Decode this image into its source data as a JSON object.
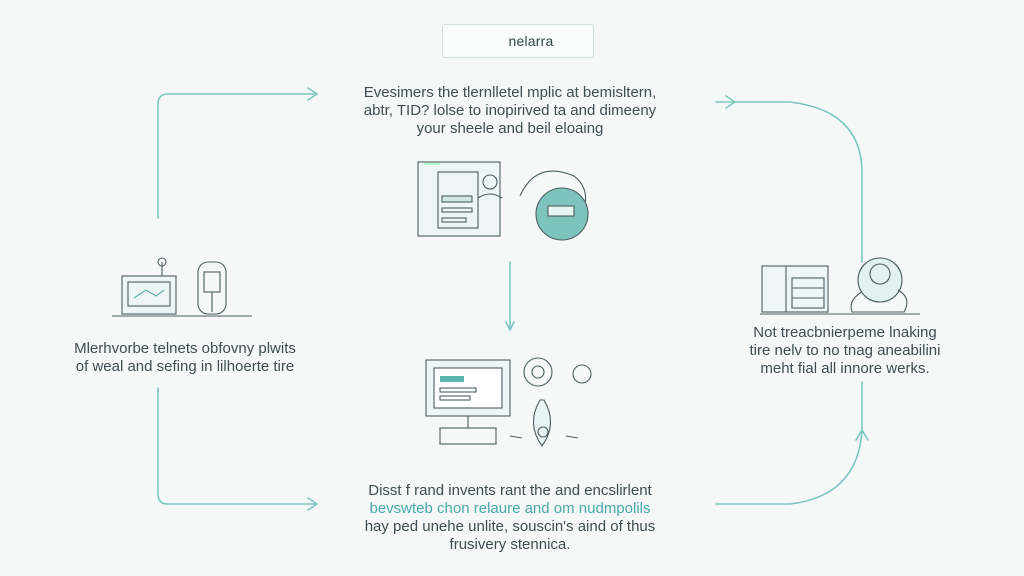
{
  "logo": {
    "text": "nelarra",
    "icon": "leaf-logo-icon",
    "accent": "#4fb0ad"
  },
  "steps": {
    "top": {
      "lines": [
        "Evesimers the tlernlletel mplic at bemisltern,",
        "abtr, TID? lolse to inopirived ta and dimeeny",
        "your sheele and beil eloaing"
      ]
    },
    "left": {
      "lines": [
        "Mlerhvorbe telnets obfovny plwits",
        "of weal and sefing in lilhoerte tire"
      ]
    },
    "right": {
      "lines": [
        "Not treacbnierpeme lnaking",
        "tire nelv to no tnag aneabilini",
        "meht fial all innore werks."
      ]
    },
    "bottom": {
      "lines": [
        "Disst f rand invents rant the and encslirlent",
        "bevswteb chon relaure and om nudmpolils",
        "hay ped unehe unlite, souscin's aind of thus",
        "frusivery stennica."
      ]
    }
  },
  "colors": {
    "line": "#6fc0bb",
    "ink": "#3a4a4c",
    "teal": "#5ab3ad",
    "soft": "#bfe3df"
  }
}
